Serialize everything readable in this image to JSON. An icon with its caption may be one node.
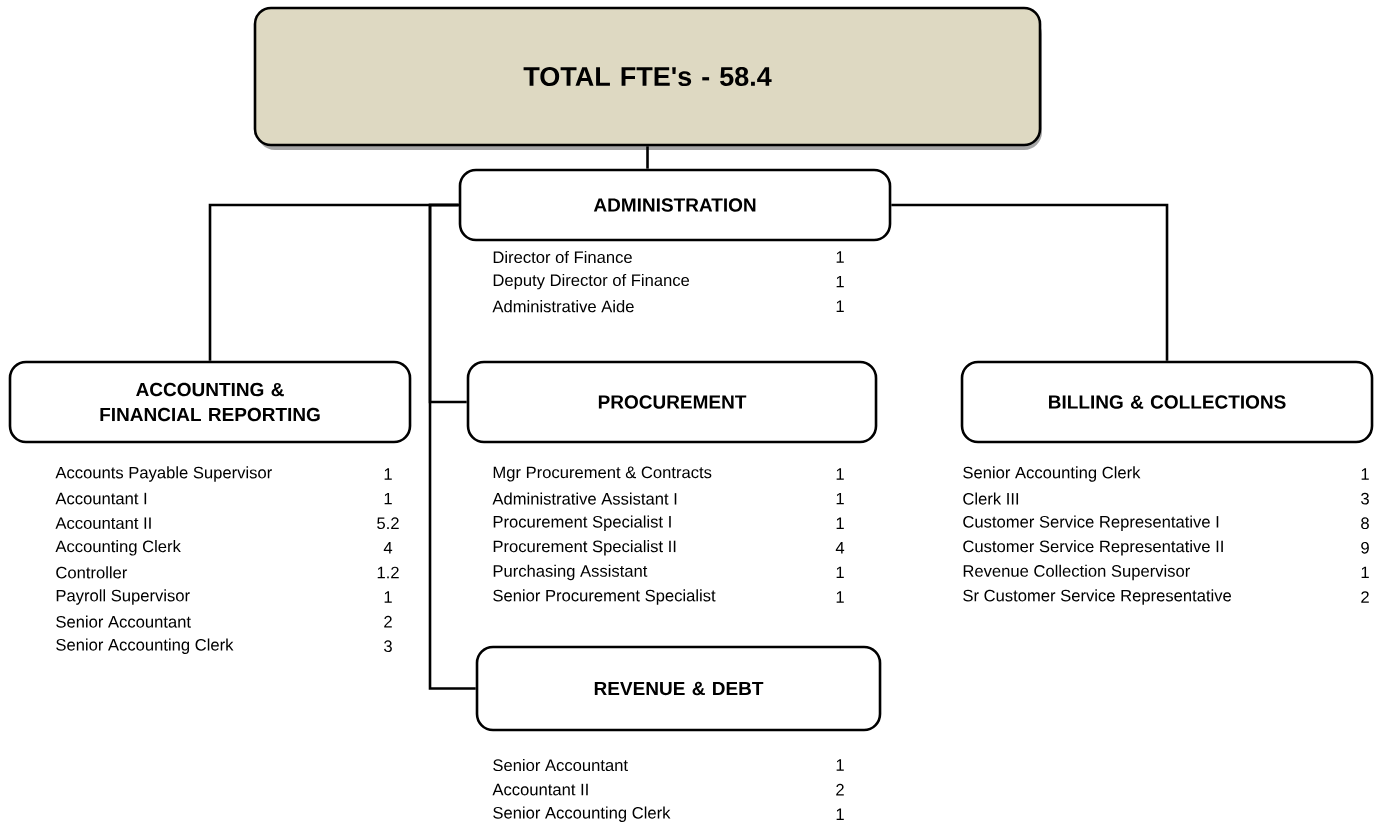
{
  "diagram": {
    "nodes": [
      {
        "text": [
          "TOTAL FTE's - 58.4"
        ]
      },
      {
        "text": [
          "ADMINISTRATION"
        ],
        "beside": [
          "Director of Finance",
          "1",
          "Deputy Director of Finance",
          "1",
          "Administrative Aide",
          "1"
        ]
      },
      {
        "text": [
          "ACCOUNTING & FINANCIAL REPORTING"
        ],
        "beside": [
          "Accounts Payable Supervisor",
          "1",
          "Accountant I",
          "1",
          "Accountant II",
          "5.2",
          "Accounting Clerk",
          "4",
          "Controller",
          "1.2",
          "Payroll Supervisor",
          "1",
          "Senior Accountant",
          "2",
          "Senior Accounting Clerk",
          "3"
        ]
      },
      {
        "text": [
          "PROCUREMENT"
        ],
        "beside": [
          "Mgr Procurement & Contracts",
          "1",
          "Administrative Assistant I",
          "1",
          "Procurement Specialist I",
          "1",
          "Procurement Specialist II",
          "4",
          "Purchasing Assistant",
          "1",
          "Senior Procurement Specialist",
          "1"
        ]
      },
      {
        "text": [
          "REVENUE & DEBT"
        ],
        "beside": [
          "Senior Accountant",
          "1",
          "Accountant II",
          "2",
          "Senior Accounting Clerk",
          "1"
        ]
      },
      {
        "text": [
          "BILLING & COLLECTIONS"
        ],
        "beside": [
          "Senior Accounting Clerk",
          "1",
          "Clerk III",
          "3",
          "Customer Service Representative I",
          "8",
          "Customer Service Representative II",
          "9",
          "Revenue Collection Supervisor",
          "1",
          "Sr Customer Service Representative",
          "2"
        ]
      }
    ],
    "edges": [
      {
        "from": 0,
        "to": 1,
        "arrow": "none"
      },
      {
        "from": 1,
        "to": 2,
        "arrow": "none"
      },
      {
        "from": 1,
        "to": 5,
        "arrow": "none"
      },
      {
        "from": 1,
        "to": 3,
        "arrow": "none"
      },
      {
        "from": 1,
        "to": 4,
        "arrow": "none"
      }
    ]
  }
}
